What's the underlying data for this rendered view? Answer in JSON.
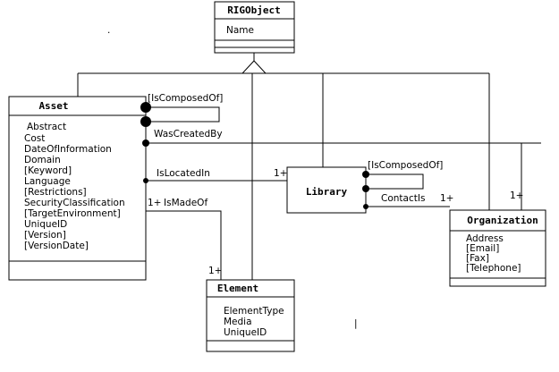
{
  "classes": {
    "rigobject": {
      "title": "RIGObject",
      "attributes": [
        "Name"
      ]
    },
    "asset": {
      "title": "Asset",
      "attributes": [
        "Abstract",
        "Cost",
        "DateOfInformation",
        "Domain",
        "[Keyword]",
        "Language",
        "[Restrictions]",
        "SecurityClassification",
        "[TargetEnvironment]",
        "UniqueID",
        "[Version]",
        "[VersionDate]"
      ]
    },
    "library": {
      "title": "Library",
      "attributes": []
    },
    "organization": {
      "title": "Organization",
      "attributes": [
        "Address",
        "[Email]",
        "[Fax]",
        "[Telephone]"
      ]
    },
    "element": {
      "title": "Element",
      "attributes": [
        "ElementType",
        "Media",
        "UniqueID"
      ]
    }
  },
  "associations": {
    "asset_composed": "[IsComposedOf]",
    "was_created_by": "WasCreatedBy",
    "is_located_in": "IsLocatedIn",
    "is_located_in_mult": "1+",
    "is_made_of": "IsMadeOf",
    "is_made_of_mult": "1+",
    "element_mult": "1+",
    "library_composed": "[IsComposedOf]",
    "contact_is": "ContactIs",
    "contact_is_mult": "1+",
    "org_mult": "1+"
  },
  "stray_marks": {
    "dot": ".",
    "bar": "|"
  }
}
